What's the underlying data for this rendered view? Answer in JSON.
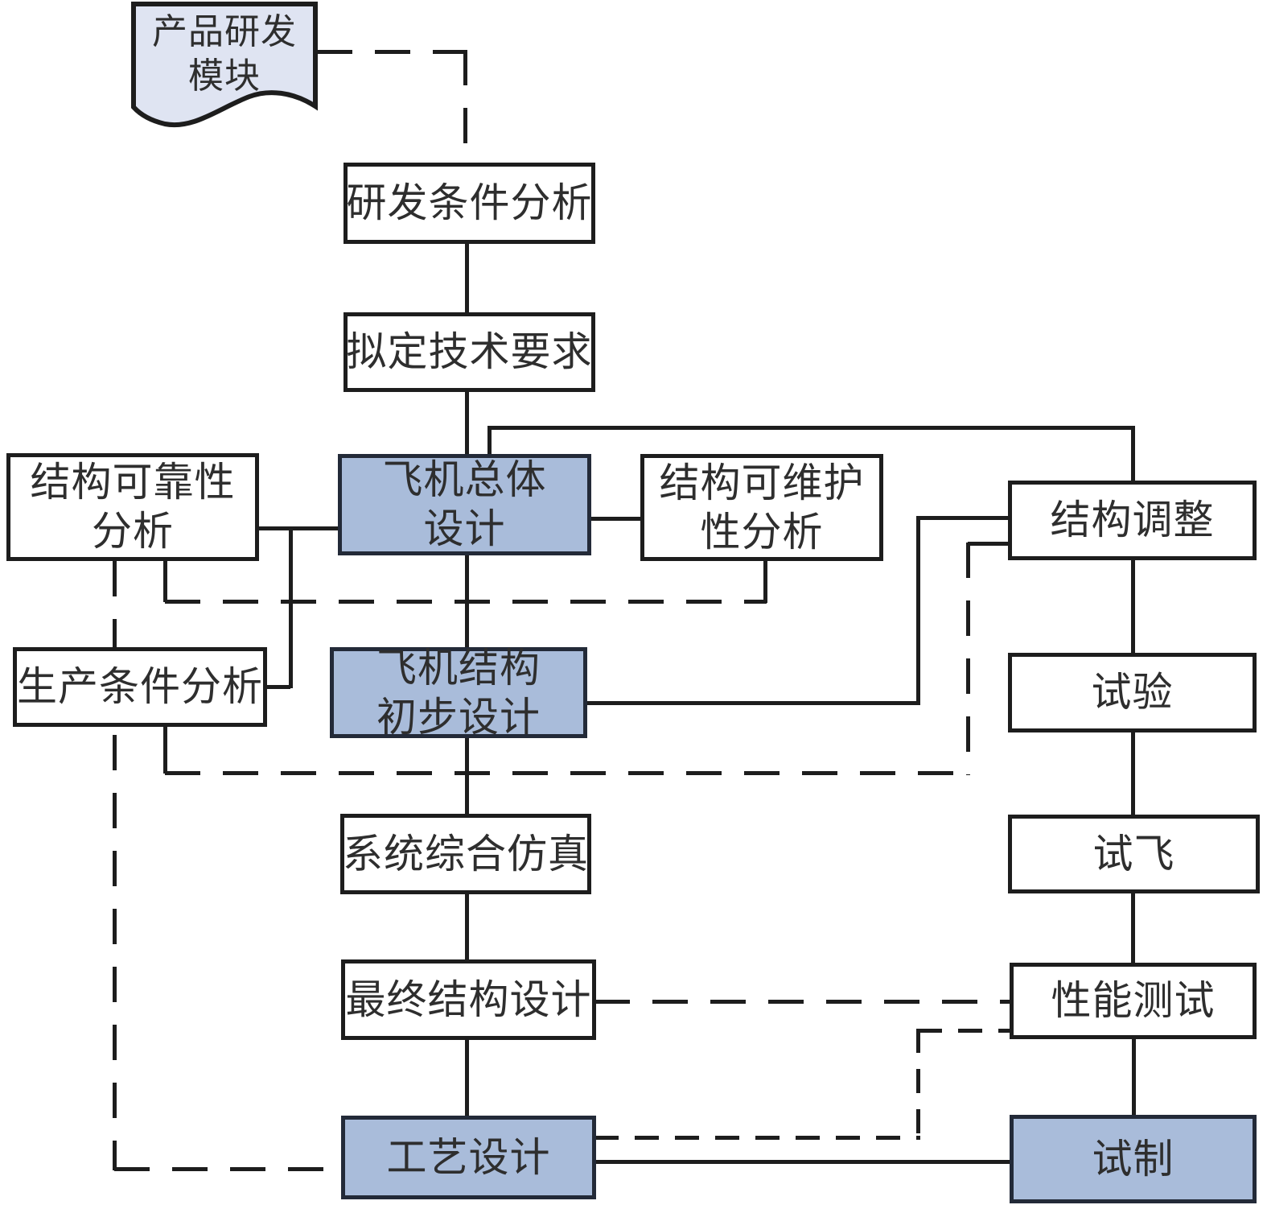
{
  "diagram": {
    "title": "",
    "colors": {
      "line": "#1d1d1d",
      "white_node_fill": "#ffffff",
      "blue_node_fill": "#a9bcda",
      "blue_node_border": "#232a38",
      "document_fill": "#dfe4f2",
      "text": "#2e2e2e"
    },
    "nodes": {
      "doc": {
        "lines": [
          "产品研发",
          "模块"
        ],
        "shape": "document"
      },
      "rd_condition": {
        "label": "研发条件分析"
      },
      "tech_req": {
        "label": "拟定技术要求"
      },
      "reliability": {
        "lines": [
          "结构可靠性",
          "分析"
        ]
      },
      "overall": {
        "lines": [
          "飞机总体",
          "设计"
        ],
        "highlight": true
      },
      "maintain": {
        "lines": [
          "结构可维护",
          "性分析"
        ]
      },
      "adjust": {
        "label": "结构调整"
      },
      "production": {
        "label": "生产条件分析"
      },
      "preliminary": {
        "lines": [
          "飞机结构",
          "初步设计"
        ],
        "highlight": true
      },
      "test": {
        "label": "试验"
      },
      "simulation": {
        "label": "系统综合仿真"
      },
      "flight_test": {
        "label": "试飞"
      },
      "final_design": {
        "label": "最终结构设计"
      },
      "perf_test": {
        "label": "性能测试"
      },
      "process_design": {
        "label": "工艺设计",
        "highlight": true
      },
      "trial": {
        "label": "试制",
        "highlight": true
      }
    },
    "edges": [
      {
        "from": "产品研发模块",
        "to": "研发条件分析",
        "style": "dashed"
      },
      {
        "from": "研发条件分析",
        "to": "拟定技术要求",
        "style": "solid"
      },
      {
        "from": "拟定技术要求",
        "to": "飞机总体设计",
        "style": "solid"
      },
      {
        "from": "结构可靠性分析",
        "to": "飞机总体设计",
        "style": "solid"
      },
      {
        "from": "生产条件分析",
        "to": "飞机总体设计",
        "style": "solid"
      },
      {
        "from": "飞机总体设计",
        "to": "结构可维护性分析",
        "style": "solid"
      },
      {
        "from": "飞机总体设计",
        "to": "结构调整",
        "style": "solid"
      },
      {
        "from": "飞机总体设计",
        "to": "飞机结构初步设计",
        "style": "solid"
      },
      {
        "from": "结构可维护性分析",
        "to": "结构可靠性分析",
        "style": "dashed"
      },
      {
        "from": "生产条件分析",
        "to": "结构调整",
        "style": "dashed"
      },
      {
        "from": "结构可靠性分析",
        "to": "工艺设计",
        "style": "dashed"
      },
      {
        "from": "飞机结构初步设计",
        "to": "结构调整",
        "style": "solid"
      },
      {
        "from": "飞机结构初步设计",
        "to": "系统综合仿真",
        "style": "solid"
      },
      {
        "from": "结构调整",
        "to": "试验",
        "style": "solid"
      },
      {
        "from": "试验",
        "to": "试飞",
        "style": "solid"
      },
      {
        "from": "试飞",
        "to": "性能测试",
        "style": "solid"
      },
      {
        "from": "性能测试",
        "to": "试制",
        "style": "solid"
      },
      {
        "from": "系统综合仿真",
        "to": "最终结构设计",
        "style": "solid"
      },
      {
        "from": "最终结构设计",
        "to": "工艺设计",
        "style": "solid"
      },
      {
        "from": "最终结构设计",
        "to": "性能测试",
        "style": "dashed"
      },
      {
        "from": "工艺设计",
        "to": "试制",
        "style": "solid"
      },
      {
        "from": "工艺设计",
        "to": "性能测试",
        "style": "dash-dot"
      }
    ]
  }
}
